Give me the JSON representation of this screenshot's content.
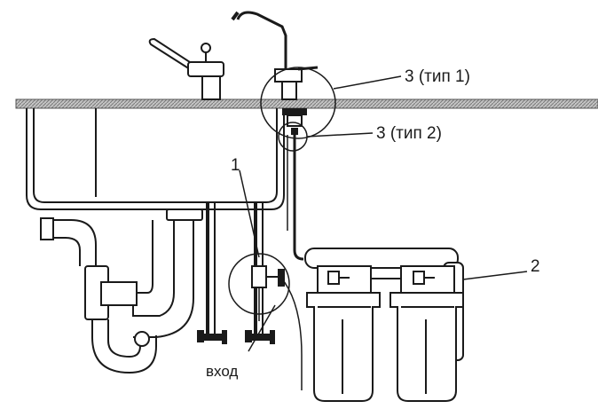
{
  "diagram": {
    "labels": {
      "faucet_type1": "3 (тип 1)",
      "faucet_type2": "3 (тип 2)",
      "tee_valve": "1",
      "filter_inlet": "2",
      "inlet": "вход"
    },
    "colors": {
      "ink": "#1a1a1a",
      "countertop": "#a8a8a8",
      "background": "#ffffff"
    }
  }
}
